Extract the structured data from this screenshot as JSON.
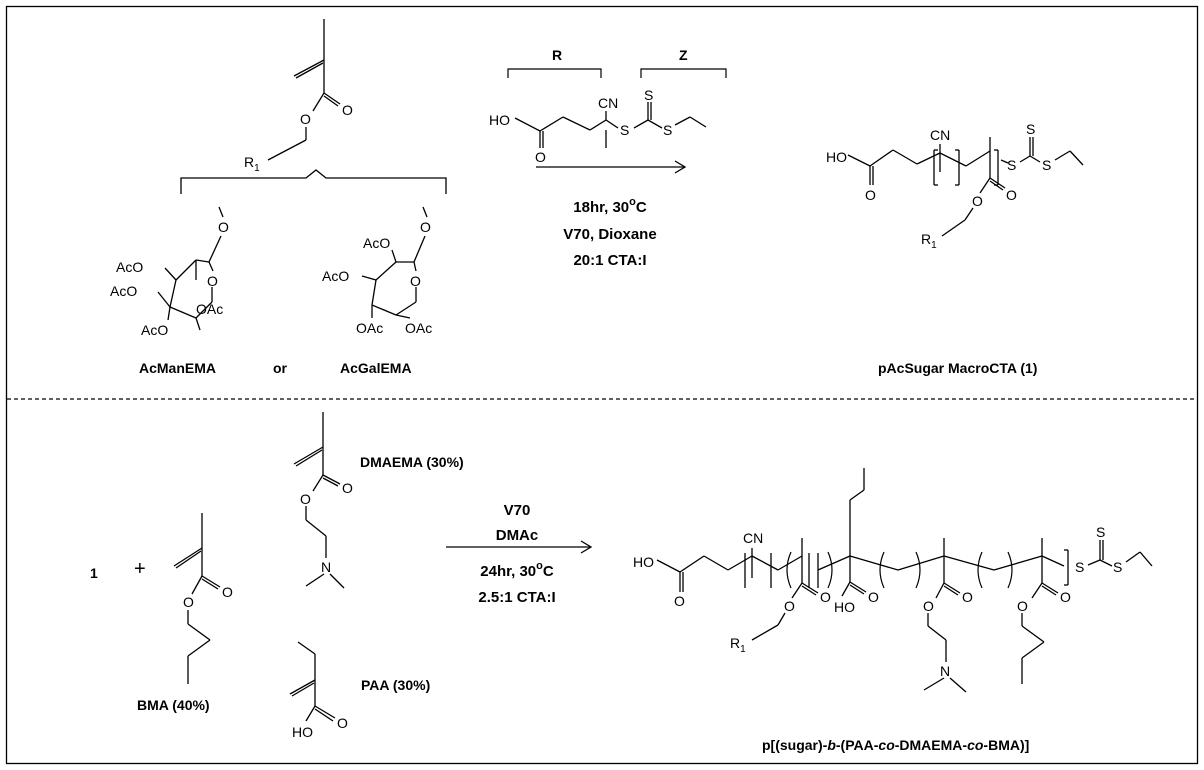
{
  "top": {
    "bracket_r": "R",
    "bracket_z": "Z",
    "r1": "R",
    "r1_sub": "1",
    "monomer_a": "AcManEMA",
    "or": "or",
    "monomer_b": "AcGalEMA",
    "cond": {
      "line1_pre": "18hr, 30",
      "line1_sup": "o",
      "line1_post": "C",
      "line2": "V70, Dioxane",
      "line3": "20:1 CTA:I"
    },
    "product": "pAcSugar MacroCTA  (1)"
  },
  "bottom": {
    "reactant": "1",
    "plus": "+",
    "bma": "BMA (40%)",
    "dmaema": "DMAEMA (30%)",
    "paa": "PAA (30%)",
    "cond": {
      "line1": "V70",
      "line2": "DMAc",
      "line3_pre": "24hr, 30",
      "line3_sup": "o",
      "line3_post": "C",
      "line4": "2.5:1 CTA:I"
    },
    "product": {
      "p1": "p[(sugar)-",
      "i1": "b",
      "p2": "-(PAA-",
      "i2": "co",
      "p3": "-DMAEMA-",
      "i3": "co",
      "p4": "-BMA)]"
    }
  },
  "atoms": {
    "O": "O",
    "HO": "HO",
    "CN": "CN",
    "S": "S",
    "N": "N",
    "AcO": "AcO",
    "OAc": "OAc"
  }
}
